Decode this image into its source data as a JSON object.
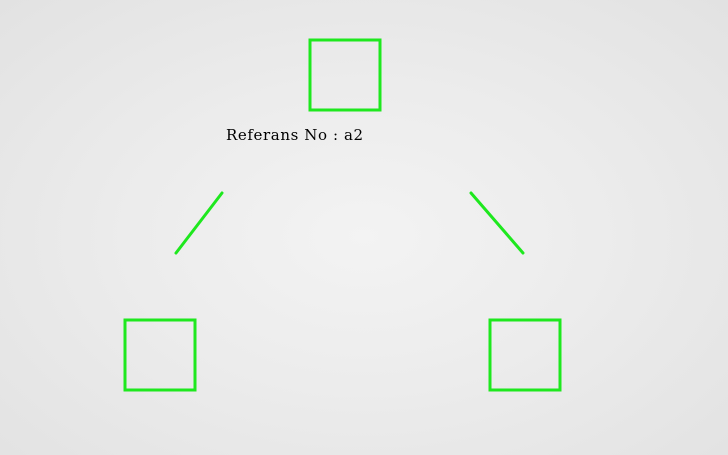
{
  "reference": {
    "label": "Referans No : a2"
  },
  "nodes": [
    {
      "name": "top-node-box"
    },
    {
      "name": "bottom-left-node-box"
    },
    {
      "name": "bottom-right-node-box"
    }
  ],
  "colors": {
    "stroke": "#1ee81e",
    "text": "#000000",
    "background": "#ececec"
  }
}
